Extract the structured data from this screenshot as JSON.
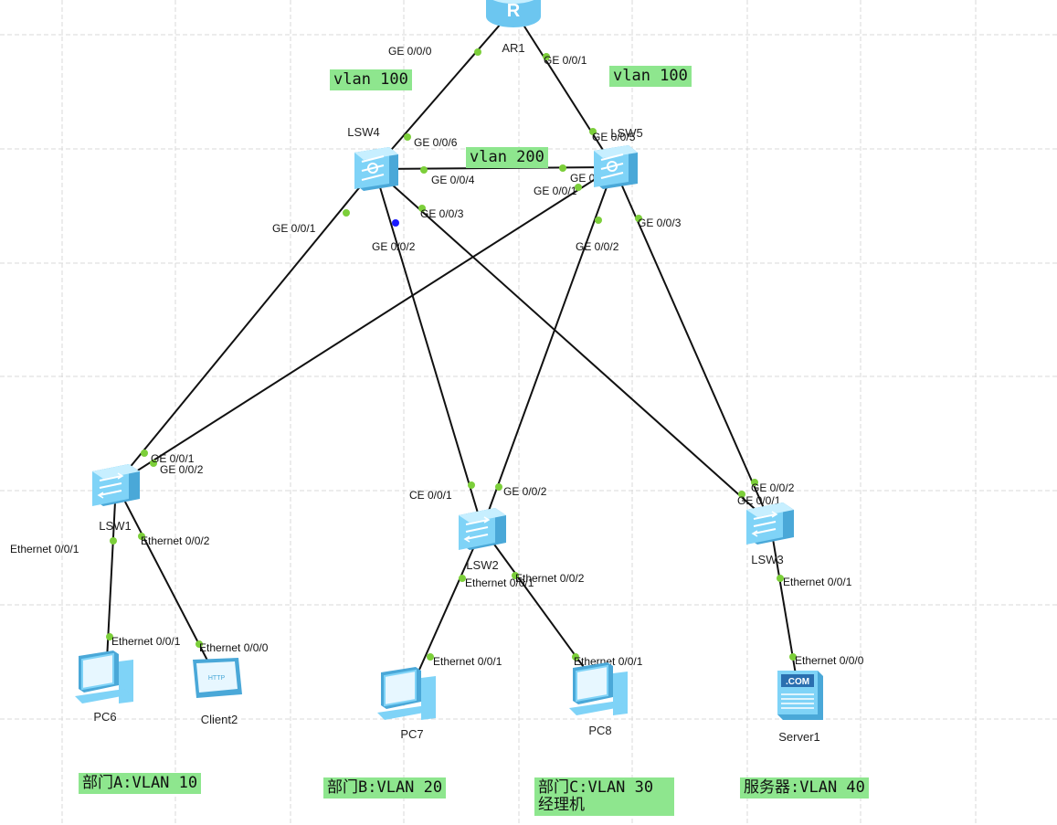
{
  "colors": {
    "grid": "#d9d9d9",
    "link": "#111111",
    "port_dot": "#7ccf3a",
    "port_dot_blue": "#1a1aff",
    "note_bg": "#8ee68e",
    "switch_body": "#7fd3f7",
    "switch_top": "#c7efff",
    "switch_side": "#4aa8d8",
    "router_body": "#6cc6f0"
  },
  "devices": [
    {
      "id": "AR1",
      "label": "AR1",
      "kind": "router"
    },
    {
      "id": "LSW4",
      "label": "LSW4",
      "kind": "core-switch"
    },
    {
      "id": "LSW5",
      "label": "LSW5",
      "kind": "core-switch"
    },
    {
      "id": "LSW1",
      "label": "LSW1",
      "kind": "access-switch"
    },
    {
      "id": "LSW2",
      "label": "LSW2",
      "kind": "access-switch"
    },
    {
      "id": "LSW3",
      "label": "LSW3",
      "kind": "access-switch"
    },
    {
      "id": "PC6",
      "label": "PC6",
      "kind": "pc"
    },
    {
      "id": "Client2",
      "label": "Client2",
      "kind": "client"
    },
    {
      "id": "PC7",
      "label": "PC7",
      "kind": "pc"
    },
    {
      "id": "PC8",
      "label": "PC8",
      "kind": "pc"
    },
    {
      "id": "Server1",
      "label": "Server1",
      "kind": "server"
    }
  ],
  "links": [
    {
      "a": "AR1",
      "a_port": "GE 0/0/0",
      "b": "LSW4",
      "b_port": "GE 0/0/6"
    },
    {
      "a": "AR1",
      "a_port": "GE 0/0/1",
      "b": "LSW5",
      "b_port": "GE 0/0/5"
    },
    {
      "a": "LSW4",
      "a_port": "GE 0/0/4",
      "b": "LSW5",
      "b_port": "GE 0/0/4"
    },
    {
      "a": "LSW4",
      "a_port": "GE 0/0/1",
      "b": "LSW1",
      "b_port": "GE 0/0/1"
    },
    {
      "a": "LSW5",
      "a_port": "GE 0/0/1",
      "b": "LSW1",
      "b_port": "GE 0/0/2"
    },
    {
      "a": "LSW4",
      "a_port": "GE 0/0/2",
      "b": "LSW2",
      "b_port": "CE 0/0/1"
    },
    {
      "a": "LSW5",
      "a_port": "GE 0/0/2",
      "b": "LSW2",
      "b_port": "GE 0/0/2"
    },
    {
      "a": "LSW4",
      "a_port": "GE 0/0/3",
      "b": "LSW3",
      "b_port": "GE 0/0/1"
    },
    {
      "a": "LSW5",
      "a_port": "GE 0/0/3",
      "b": "LSW3",
      "b_port": "GE 0/0/2"
    },
    {
      "a": "LSW1",
      "a_port": "Ethernet 0/0/1",
      "b": "PC6",
      "b_port": "Ethernet 0/0/1"
    },
    {
      "a": "LSW1",
      "a_port": "Ethernet 0/0/2",
      "b": "Client2",
      "b_port": "Ethernet 0/0/0"
    },
    {
      "a": "LSW2",
      "a_port": "Ethernet 0/0/1",
      "b": "PC7",
      "b_port": "Ethernet 0/0/1"
    },
    {
      "a": "LSW2",
      "a_port": "Ethernet 0/0/2",
      "b": "PC8",
      "b_port": "Ethernet 0/0/1"
    },
    {
      "a": "LSW3",
      "a_port": "Ethernet 0/0/1",
      "b": "Server1",
      "b_port": "Ethernet 0/0/0"
    }
  ],
  "notes": {
    "vlan100_left": "vlan 100",
    "vlan100_right": "vlan 100",
    "vlan200": "vlan 200",
    "dept_a": "部门A:VLAN 10",
    "dept_b": "部门B:VLAN 20",
    "dept_c": "部门C:VLAN 30\n经理机",
    "server": "服务器:VLAN 40"
  }
}
